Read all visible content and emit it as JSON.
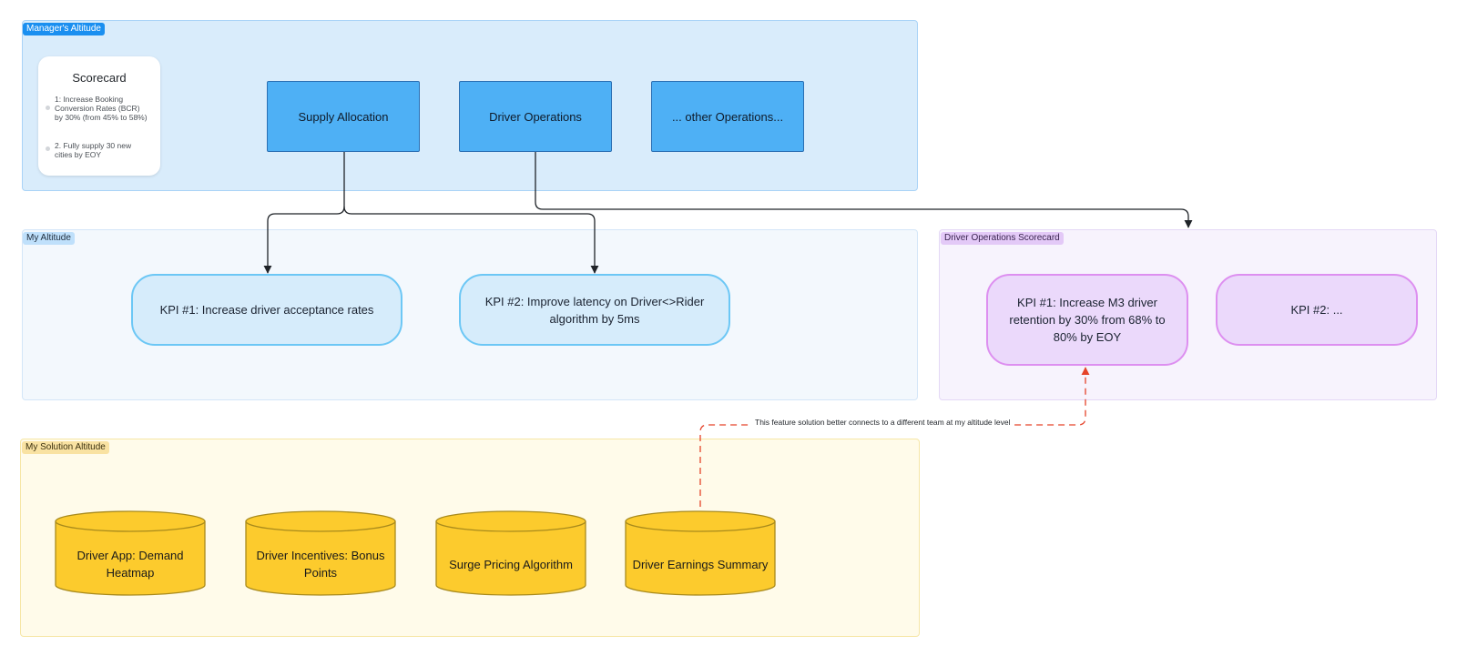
{
  "sections": {
    "manager": "Manager's Altitude",
    "my": "My Altitude",
    "driver_scorecard": "Driver Operations Scorecard",
    "solution": "My Solution Altitude"
  },
  "scorecard": {
    "title": "Scorecard",
    "items": [
      "1: Increase Booking Conversion Rates (BCR) by 30% (from 45% to 58%)",
      "2. Fully supply 30 new cities by EOY"
    ]
  },
  "operations": [
    "Supply Allocation",
    "Driver Operations",
    "... other Operations..."
  ],
  "my_kpis": [
    "KPI #1: Increase driver acceptance rates",
    "KPI #2: Improve latency on Driver<>Rider algorithm by 5ms"
  ],
  "driver_kpis": [
    "KPI #1: Increase M3 driver retention by 30% from 68% to 80% by EOY",
    "KPI #2: ..."
  ],
  "annotation": "This feature solution better connects to a different team at my altitude level",
  "solutions": [
    "Driver App: Demand Heatmap",
    "Driver Incentives: Bonus Points",
    "Surge Pricing Algorithm",
    "Driver Earnings Summary"
  ],
  "colors": {
    "manager_bg": "#d9ecfb",
    "operation_box": "#4eb0f5",
    "kpi_blue": "#d6ecfb",
    "kpi_purple": "#ebd9fb",
    "solution_cylinder": "#fccb2d",
    "annotation_arrow": "#e5432a"
  }
}
